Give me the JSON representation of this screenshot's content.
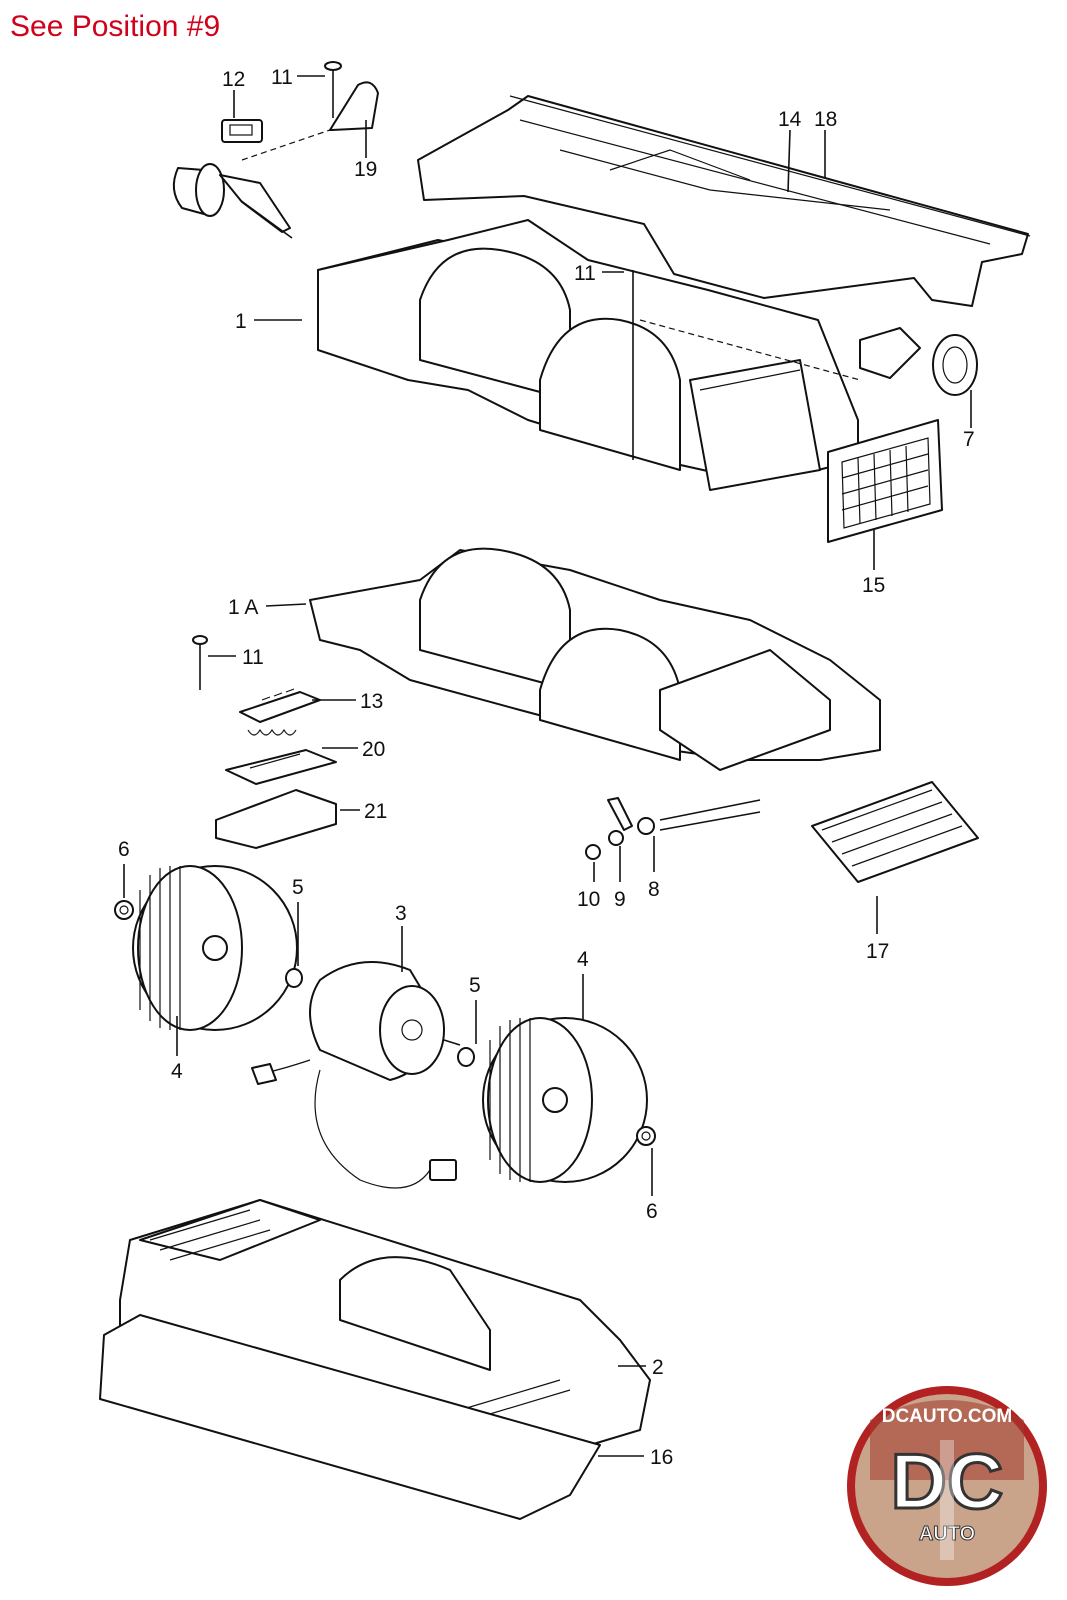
{
  "note": "See Position #9",
  "callouts": [
    {
      "id": "12",
      "text": "12"
    },
    {
      "id": "11a",
      "text": "11"
    },
    {
      "id": "19",
      "text": "19"
    },
    {
      "id": "14",
      "text": "14"
    },
    {
      "id": "18",
      "text": "18"
    },
    {
      "id": "11b",
      "text": "11"
    },
    {
      "id": "1",
      "text": "1"
    },
    {
      "id": "7",
      "text": "7"
    },
    {
      "id": "15",
      "text": "15"
    },
    {
      "id": "1A",
      "text": "1 A"
    },
    {
      "id": "11c",
      "text": "11"
    },
    {
      "id": "13",
      "text": "13"
    },
    {
      "id": "20",
      "text": "20"
    },
    {
      "id": "21",
      "text": "21"
    },
    {
      "id": "6a",
      "text": "6"
    },
    {
      "id": "5a",
      "text": "5"
    },
    {
      "id": "3",
      "text": "3"
    },
    {
      "id": "10",
      "text": "10"
    },
    {
      "id": "9",
      "text": "9"
    },
    {
      "id": "8",
      "text": "8"
    },
    {
      "id": "17",
      "text": "17"
    },
    {
      "id": "4a",
      "text": "4"
    },
    {
      "id": "5b",
      "text": "5"
    },
    {
      "id": "4b",
      "text": "4"
    },
    {
      "id": "6b",
      "text": "6"
    },
    {
      "id": "2",
      "text": "2"
    },
    {
      "id": "16",
      "text": "16"
    }
  ],
  "logo": {
    "top": "DCAUTO.COM",
    "big": "DC",
    "bottom": "AUTO"
  }
}
